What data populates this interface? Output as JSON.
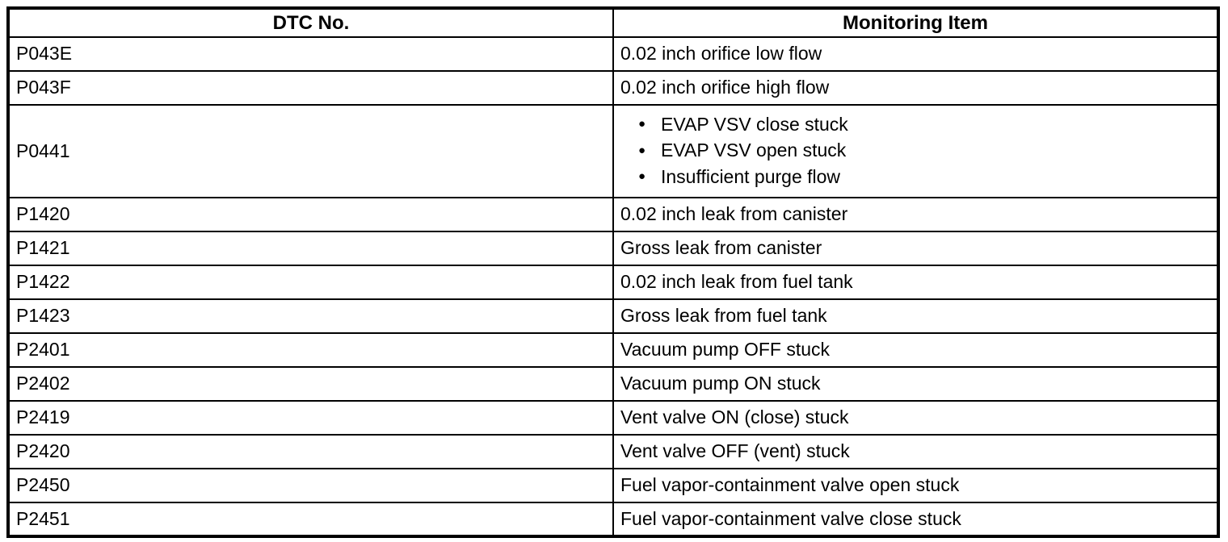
{
  "table": {
    "columns": [
      {
        "label": "DTC No."
      },
      {
        "label": "Monitoring Item"
      }
    ],
    "rows": [
      {
        "dtc": "P043E",
        "bulleted": false,
        "items": [
          "0.02 inch orifice low flow"
        ]
      },
      {
        "dtc": "P043F",
        "bulleted": false,
        "items": [
          "0.02 inch orifice high flow"
        ]
      },
      {
        "dtc": "P0441",
        "bulleted": true,
        "items": [
          "EVAP VSV close stuck",
          "EVAP VSV open stuck",
          "Insufficient purge flow"
        ]
      },
      {
        "dtc": "P1420",
        "bulleted": false,
        "items": [
          "0.02 inch leak from canister"
        ]
      },
      {
        "dtc": "P1421",
        "bulleted": false,
        "items": [
          "Gross leak from canister"
        ]
      },
      {
        "dtc": "P1422",
        "bulleted": false,
        "items": [
          "0.02 inch leak from fuel tank"
        ]
      },
      {
        "dtc": "P1423",
        "bulleted": false,
        "items": [
          "Gross leak from fuel tank"
        ]
      },
      {
        "dtc": "P2401",
        "bulleted": false,
        "items": [
          "Vacuum pump OFF stuck"
        ]
      },
      {
        "dtc": "P2402",
        "bulleted": false,
        "items": [
          "Vacuum pump ON stuck"
        ]
      },
      {
        "dtc": "P2419",
        "bulleted": false,
        "items": [
          "Vent valve ON (close) stuck"
        ]
      },
      {
        "dtc": "P2420",
        "bulleted": false,
        "items": [
          "Vent valve OFF (vent) stuck"
        ]
      },
      {
        "dtc": "P2450",
        "bulleted": false,
        "items": [
          "Fuel vapor-containment valve open stuck"
        ]
      },
      {
        "dtc": "P2451",
        "bulleted": false,
        "items": [
          "Fuel vapor-containment valve close stuck"
        ]
      }
    ],
    "colors": {
      "border": "#000000",
      "background": "#ffffff",
      "text": "#000000"
    },
    "bullet_icon": "●"
  }
}
